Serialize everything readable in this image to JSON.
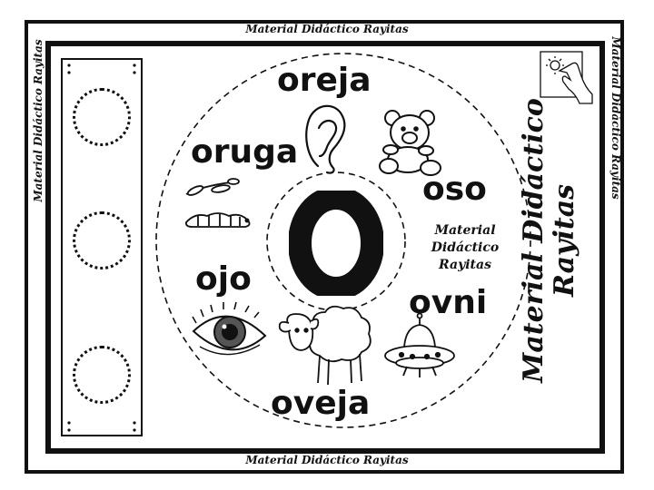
{
  "watermark": {
    "edge_text": "Material Didáctico Rayitas",
    "big_line1": "Material Didáctico",
    "big_line2": "Rayitas",
    "center_line1": "Material",
    "center_line2": "Didáctico",
    "center_line3": "Rayitas"
  },
  "wheel": {
    "center_letter": "O",
    "words": {
      "top": "oreja",
      "upper_left": "oruga",
      "upper_right": "oso",
      "left": "ojo",
      "right": "ovni",
      "bottom": "oveja"
    }
  },
  "icons": {
    "corner": "tap-hand-icon",
    "ear": "ear-icon",
    "bear": "teddy-bear-icon",
    "caterpillar": "caterpillar-icon",
    "eye": "eye-icon",
    "sheep": "sheep-icon",
    "ufo": "ufo-icon"
  },
  "colors": {
    "ink": "#111111",
    "paper": "#ffffff"
  }
}
